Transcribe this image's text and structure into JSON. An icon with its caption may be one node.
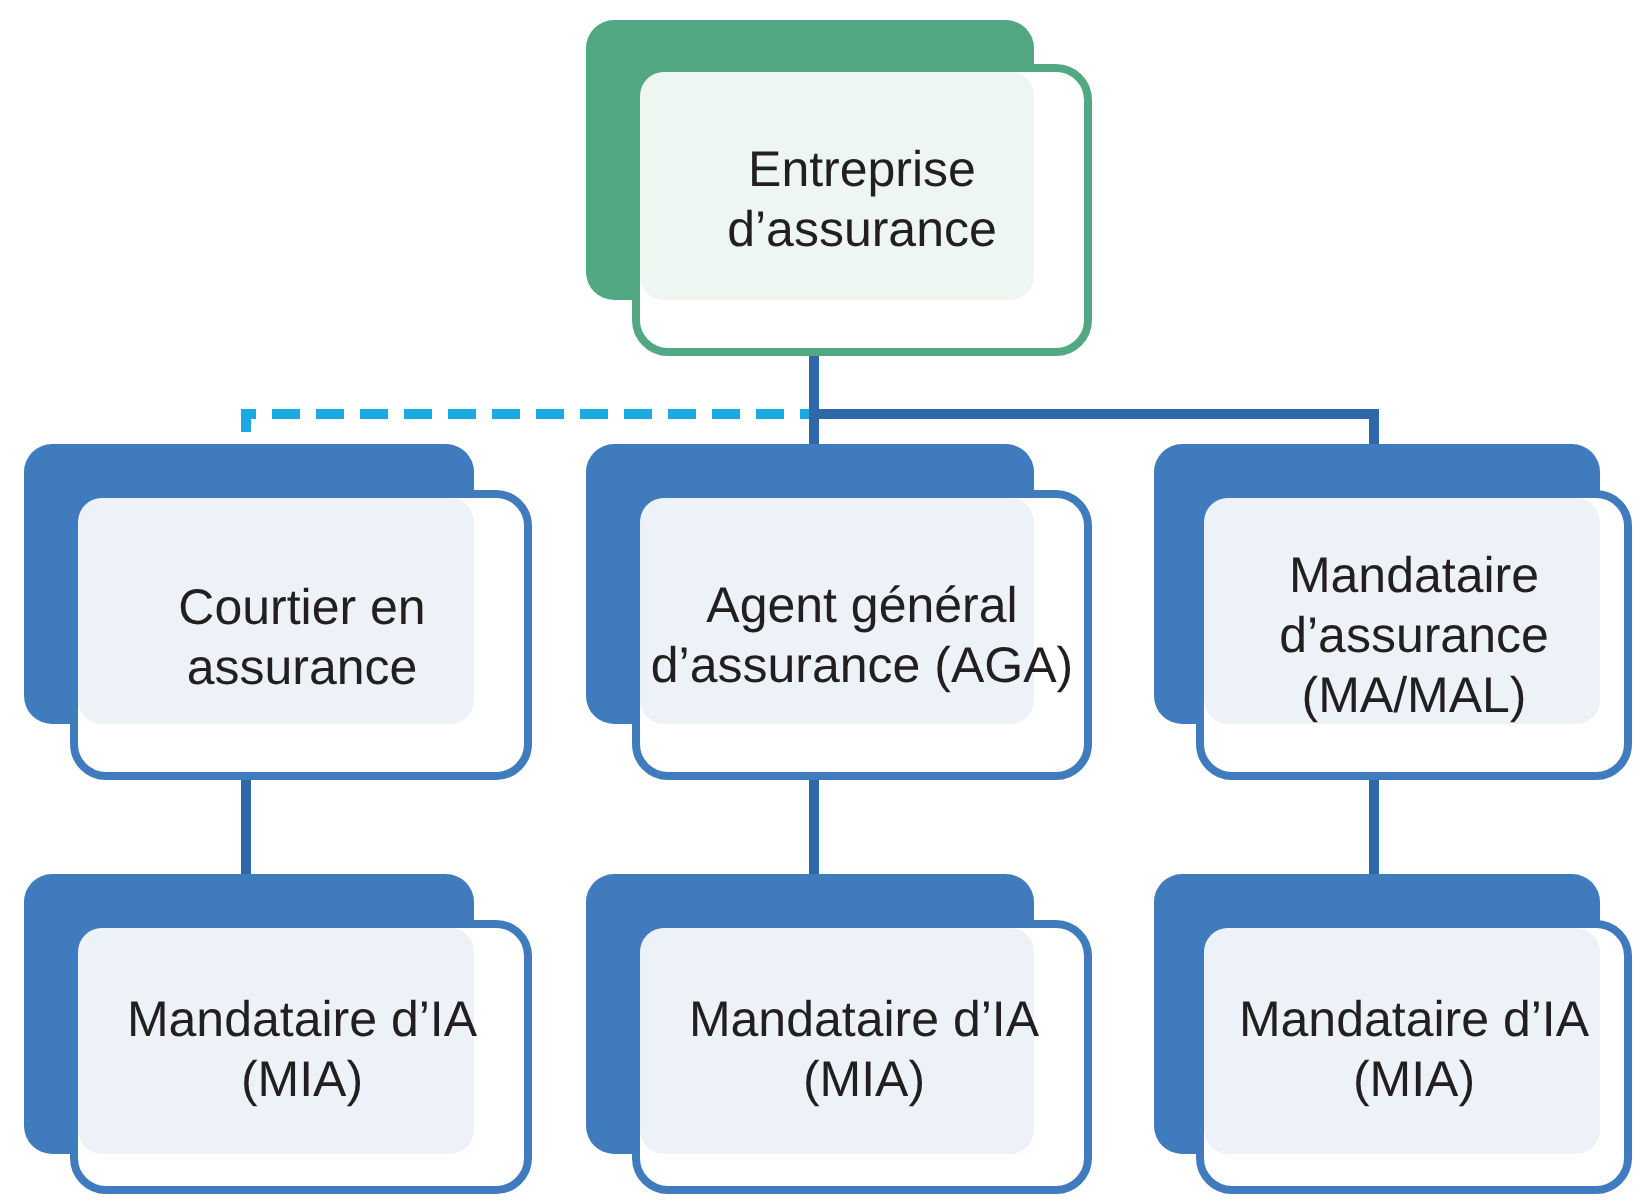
{
  "diagram": {
    "nodes": [
      {
        "text": [
          "Entreprise d’assurance"
        ]
      },
      {
        "text": [
          "Courtier en assurance"
        ]
      },
      {
        "text": [
          "Agent général d’assurance (AGA)"
        ]
      },
      {
        "text": [
          "Mandataire d’assurance (MA/MAL)"
        ]
      },
      {
        "text": [
          "Mandataire d’IA (MIA)"
        ]
      },
      {
        "text": [
          "Mandataire d’IA (MIA)"
        ]
      },
      {
        "text": [
          "Mandataire d’IA (MIA)"
        ]
      }
    ],
    "edges": [
      {
        "from": 0,
        "to": 1,
        "arrow": "none",
        "style": "dashed",
        "color": "#1aa9e0"
      },
      {
        "from": 0,
        "to": 2,
        "arrow": "none"
      },
      {
        "from": 0,
        "to": 3,
        "arrow": "none"
      },
      {
        "from": 1,
        "to": 4,
        "arrow": "none"
      },
      {
        "from": 2,
        "to": 5,
        "arrow": "none"
      },
      {
        "from": 3,
        "to": 6,
        "arrow": "none"
      }
    ]
  }
}
